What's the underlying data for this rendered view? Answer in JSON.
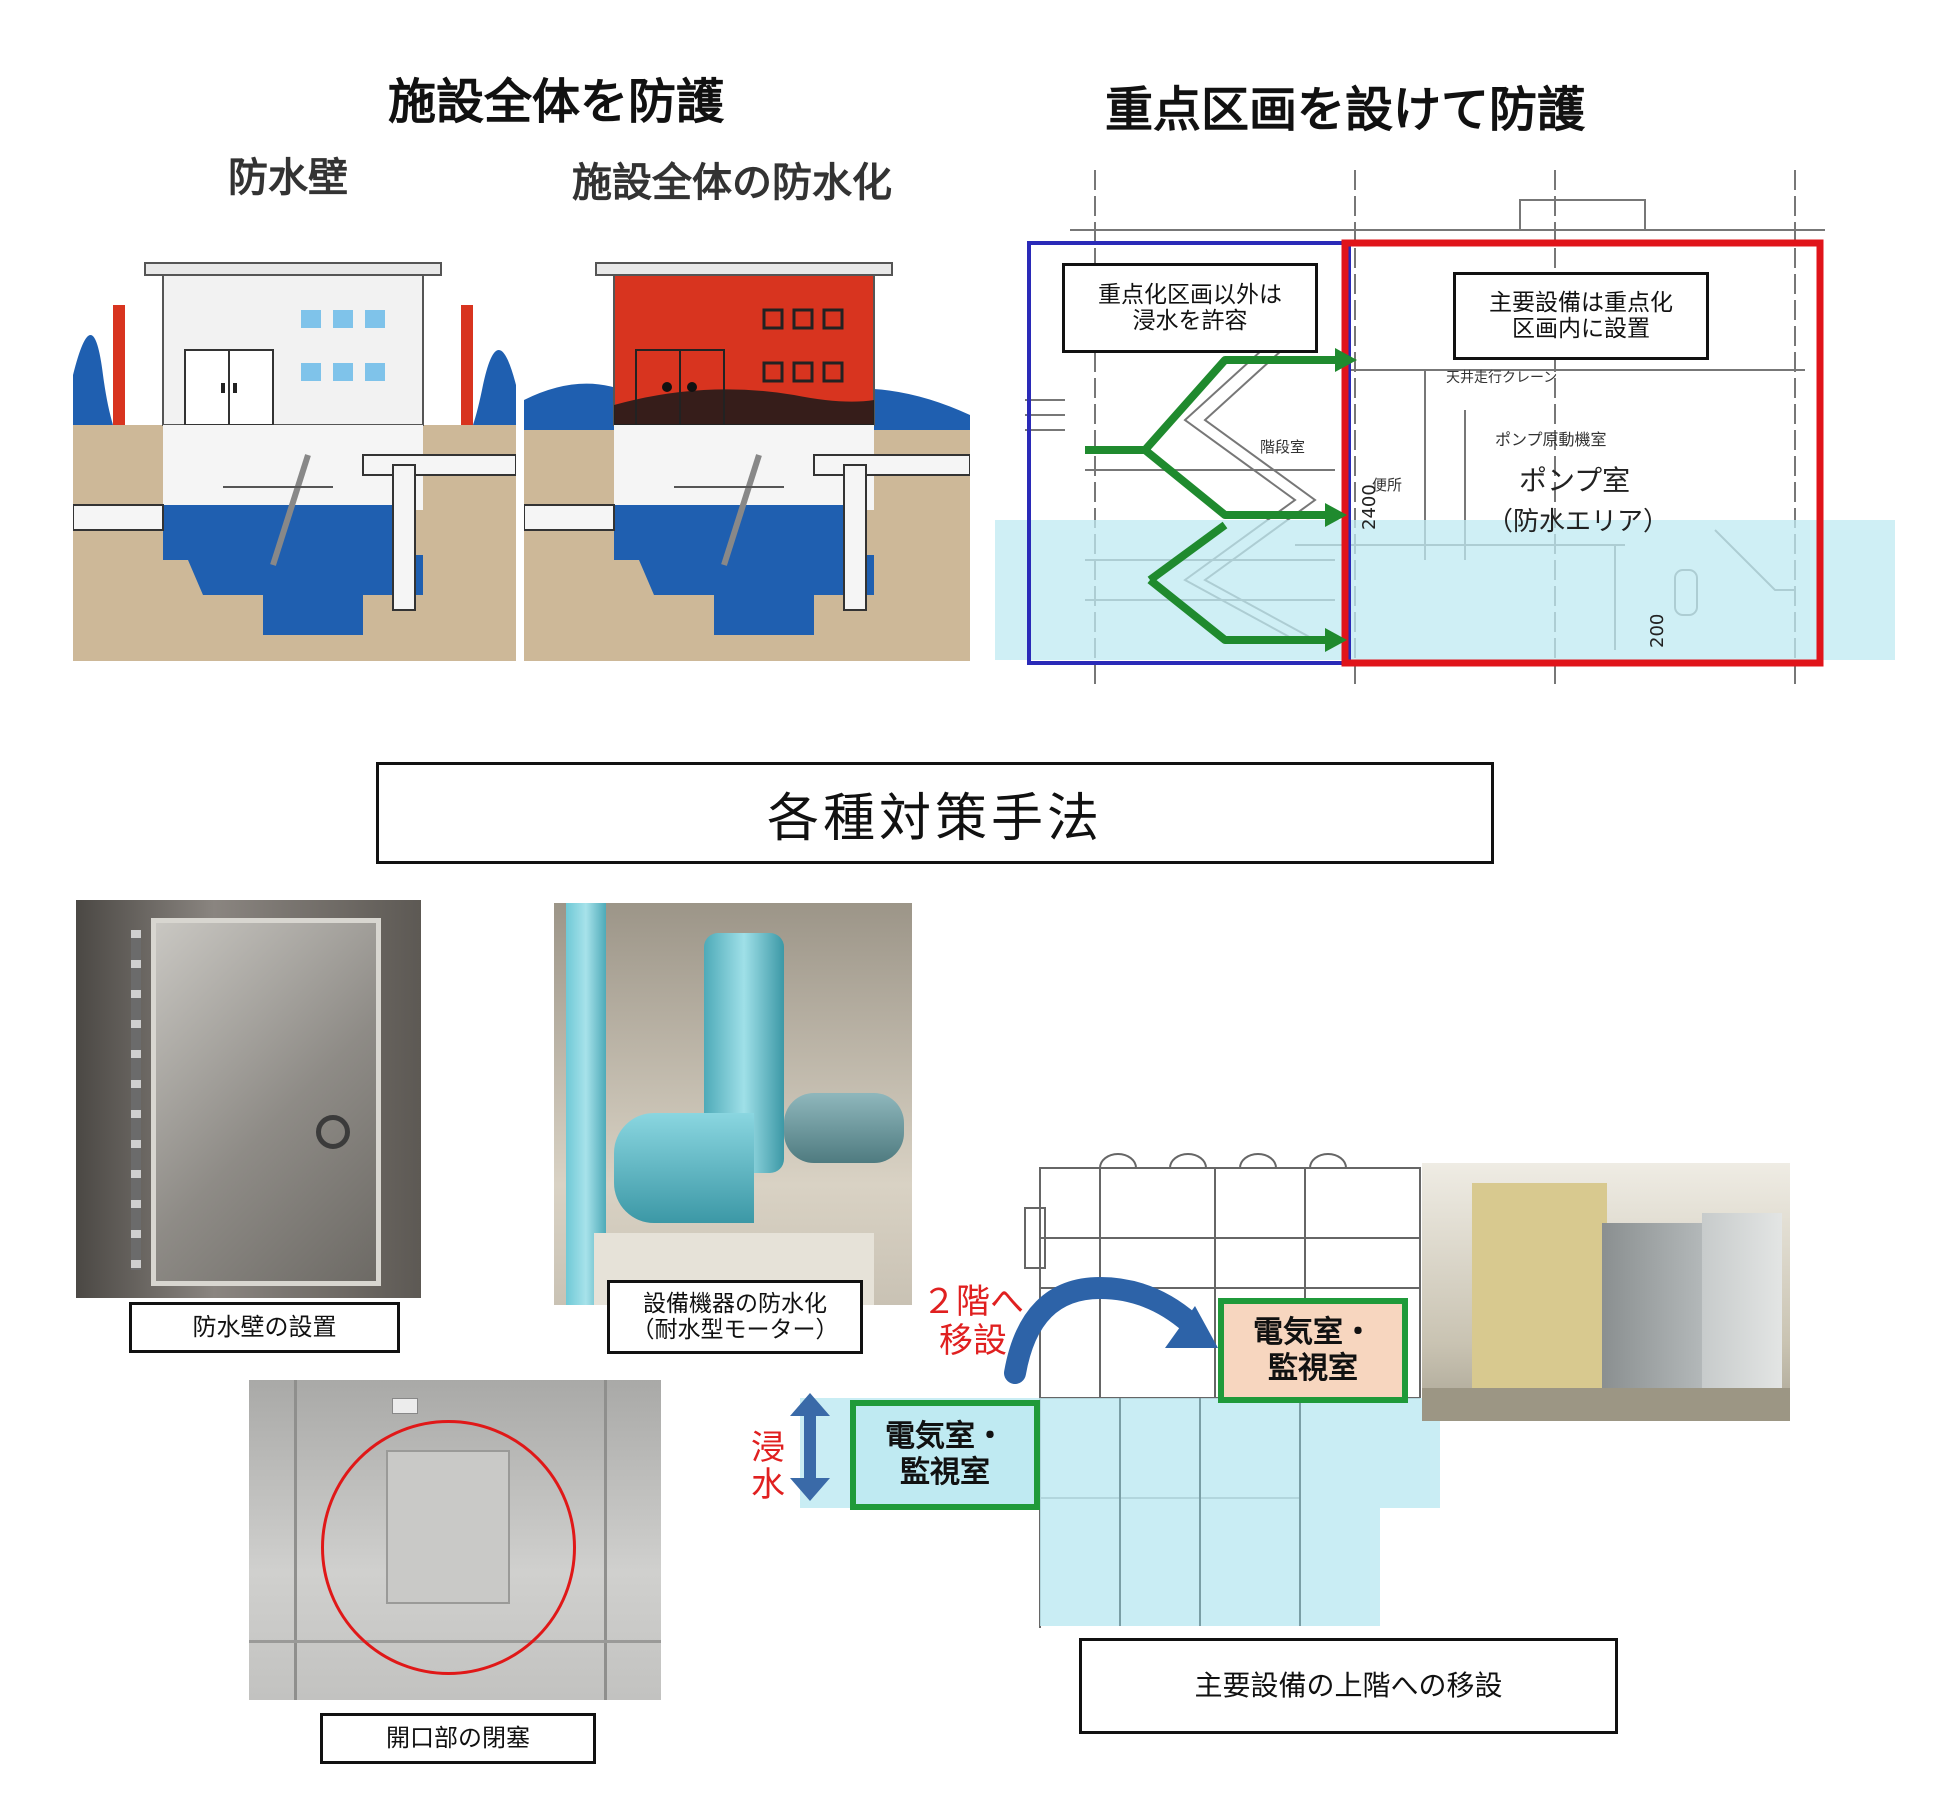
{
  "section_left": {
    "title": "施設全体を防護",
    "panel1_label": "防水壁",
    "panel2_label": "施設全体の防水化"
  },
  "section_right": {
    "title": "重点区画を設けて防護",
    "note_left": [
      "重点化区画以外は",
      "浸水を許容"
    ],
    "note_right": [
      "主要設備は重点化",
      "区画内に設置"
    ],
    "crane_label": "天井走行クレーン",
    "stair_label": "階段室",
    "toilet_label": "便所",
    "motor_room_label": "ポンプ原動機室",
    "pump_room_label": "ポンプ室",
    "pump_room_sub": "（防水エリア）",
    "dim_2400": "2400",
    "dim_200": "200"
  },
  "methods_title": "各種対策手法",
  "captions": {
    "waterproof_wall": "防水壁の設置",
    "equipment": [
      "設備機器の防水化",
      "（耐水型モーター）"
    ],
    "opening": "開口部の閉塞",
    "relocation": "主要設備の上階への移設"
  },
  "relocation_diagram": {
    "move_label": [
      "２階へ",
      "移設"
    ],
    "flood_label": [
      "浸",
      "水"
    ],
    "room_upper": [
      "電気室・",
      "監視室"
    ],
    "room_lower": [
      "電気室・",
      "監視室"
    ]
  },
  "colors": {
    "water_blue": "#1f5fb0",
    "red_building": "#d8341f",
    "green_arrow": "#1f8a2e",
    "red_zone": "#e0141a",
    "blue_zone": "#2a2ab8",
    "flood_cyan": "#bfeaf2",
    "accent_red_text": "#e02020",
    "upper_room_fill": "#f7d6bf"
  }
}
